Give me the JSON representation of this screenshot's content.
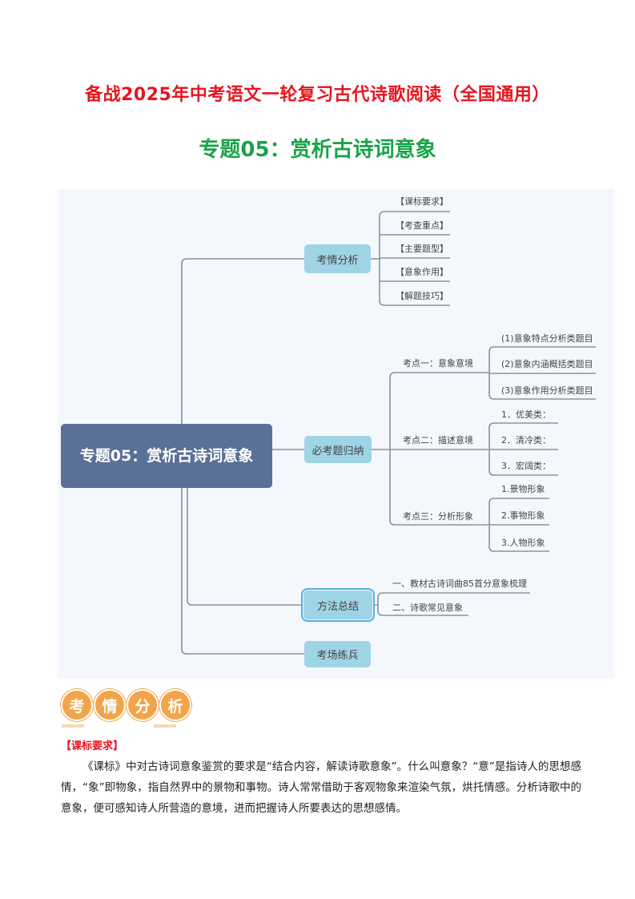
{
  "header": {
    "title": "备战2025年中考语文一轮复习古代诗歌阅读（全国通用）",
    "subtitle": "专题05：赏析古诗词意象"
  },
  "mindmap": {
    "central": "专题05：赏析古诗词意象",
    "branches": [
      {
        "label": "考情分析",
        "children": [
          "【课标要求】",
          "【考查重点】",
          "【主要题型】",
          "【意象作用】",
          "【解题技巧】"
        ]
      },
      {
        "label": "必考题归纳",
        "children": [
          {
            "label": "考点一：意象意境",
            "children": [
              "(1)意象特点分析类题目",
              "(2)意象内涵概括类题目",
              "(3)意象作用分析类题目"
            ]
          },
          {
            "label": "考点二：描述意境",
            "children": [
              "1．优美类：",
              "2．清冷类：",
              "3．宏阔类："
            ]
          },
          {
            "label": "考点三：分析形象",
            "children": [
              "1.景物形象",
              "2.事物形象",
              "3.人物形象"
            ]
          }
        ]
      },
      {
        "label": "方法总结",
        "children": [
          "一、教材古诗词曲85首分意象梳理",
          "二、诗歌常见意象"
        ]
      },
      {
        "label": "考场练兵"
      }
    ]
  },
  "section": {
    "badge": [
      "考",
      "情",
      "分",
      "析"
    ],
    "heading": "【课标要求】",
    "paragraph": "《课标》中对古诗词意象鉴赏的要求是“结合内容，解读诗歌意象”。什么叫意象？“意”是指诗人的思想感情，“象”即物象，指自然界中的景物和事物。诗人常常借助于客观物象来渲染气氛，烘托情感。分析诗歌中的意象，便可感知诗人所营造的意境，进而把握诗人所要表达的思想感情。"
  },
  "colors": {
    "title": "#e8141e",
    "subtitle": "#1aa34a",
    "central": "#5b7096",
    "node": "#9fd4e6",
    "badge": "#f2a44a"
  }
}
